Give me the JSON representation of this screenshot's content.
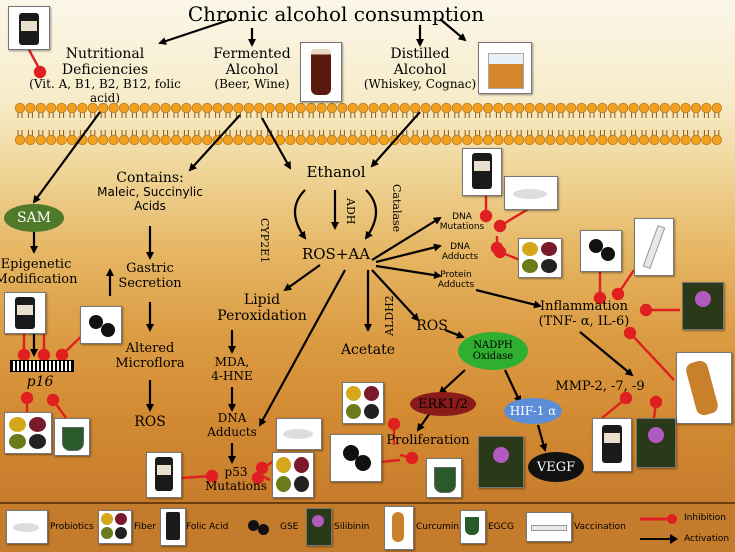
{
  "title": "Chronic alcohol consumption",
  "top": {
    "nutritional": [
      "Nutritional",
      "Deficiencies",
      "(Vit. A, B1, B2, B12, folic",
      "acid)"
    ],
    "fermented": [
      "Fermented",
      "Alcohol",
      "(Beer, Wine)"
    ],
    "distilled": [
      "Distilled",
      "Alcohol",
      "(Whiskey, Cognac)"
    ]
  },
  "left": {
    "sam": "SAM",
    "epigenetic": [
      "Epigenetic",
      "Modification"
    ],
    "p16": "p16"
  },
  "contains": {
    "title": "Contains:",
    "lines": [
      "Maleic, Succinylic",
      "Acids"
    ],
    "gastric": [
      "Gastric",
      "Secretion"
    ],
    "microflora": [
      "Altered",
      "Microflora"
    ],
    "ros": "ROS"
  },
  "center": {
    "ethanol": "Ethanol",
    "cyp2e1": "CYP2E1",
    "adh": "ADH",
    "catalase": "Catalase",
    "rosaa": "ROS+AA",
    "aldh2": "ALDH2",
    "acetate": "Acetate",
    "lipid": [
      "Lipid",
      "Peroxidation"
    ],
    "mda": [
      "MDA,",
      "4-HNE"
    ],
    "dna_adducts": [
      "DNA",
      "Adducts"
    ],
    "p53": [
      "p53",
      "Mutations"
    ]
  },
  "right": {
    "dna_mut": [
      "DNA",
      "Mutations"
    ],
    "dna_add": [
      "DNA",
      "Adducts"
    ],
    "protein": [
      "Protein",
      "Adducts"
    ],
    "inflammation": [
      "Inflammation",
      "(TNF- α, IL-6)"
    ],
    "ros": "ROS",
    "nadph": [
      "NADPH",
      "Oxidase"
    ],
    "erk": "ERK1/2",
    "hif": "HIF-1 α",
    "vegf": "VEGF",
    "proliferation": "Proliferation",
    "mmp": "MMP-2, -7, -9"
  },
  "legend": {
    "probiotics": "Probiotics",
    "fiber": "Fiber",
    "folic": "Folic Acid",
    "gse": "GSE",
    "silibinin": "Silibinin",
    "curcumin": "Curcumin",
    "egcg": "EGCG",
    "vaccination": "Vaccination",
    "inhibition": "Inhibition",
    "activation": "Activation"
  },
  "colors": {
    "sam": "#4f7a2a",
    "nadph": "#2fae2f",
    "erk": "#8b1a1a",
    "hif": "#5b8ed6",
    "vegf": "#111111",
    "inhibition": "#e02020",
    "membrane": "#f2a020"
  }
}
